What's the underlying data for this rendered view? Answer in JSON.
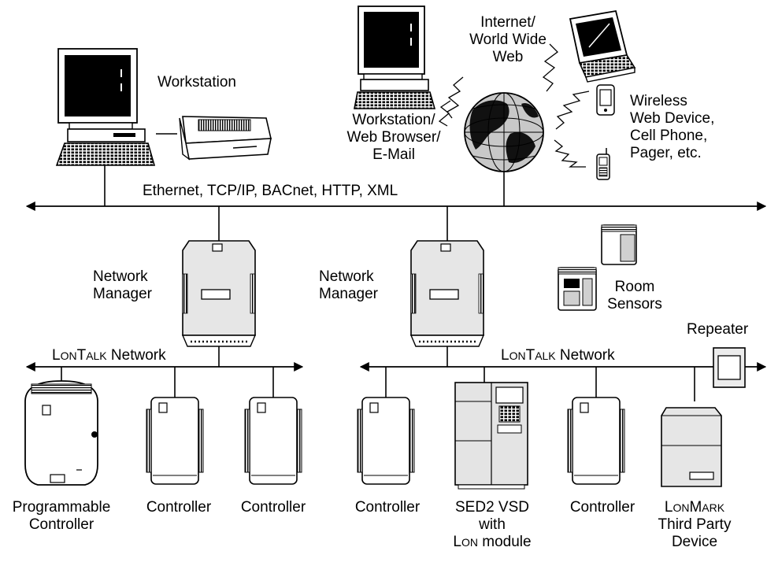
{
  "labels": {
    "workstation": "Workstation",
    "internet": [
      "Internet/",
      "World Wide",
      "Web"
    ],
    "web_station": [
      "Workstation/",
      "Web Browser/",
      "E-Mail"
    ],
    "wireless": [
      "Wireless",
      "Web Device,",
      "Cell Phone,",
      "Pager, etc."
    ],
    "ethernet": "Ethernet, TCP/IP, BACnet, HTTP, XML",
    "network_manager_left": [
      "Network",
      "Manager"
    ],
    "network_manager_right": [
      "Network",
      "Manager"
    ],
    "room_sensors": [
      "Room",
      "Sensors"
    ],
    "repeater": "Repeater",
    "lontalk_left": {
      "l": "L",
      "on": "ON",
      "t": "T",
      "alk": "ALK",
      "rest": " Network"
    },
    "lontalk_right": {
      "l": "L",
      "on": "ON",
      "t": "T",
      "alk": "ALK",
      "rest": " Network"
    },
    "prog_controller": [
      "Programmable",
      "Controller"
    ],
    "controller_1": "Controller",
    "controller_2": "Controller",
    "controller_3": "Controller",
    "controller_4": "Controller",
    "sed2": [
      "SED2 VSD",
      "with"
    ],
    "lon_module": {
      "l": "L",
      "on": "ON",
      "rest": " module"
    },
    "lonmark": {
      "l": "L",
      "on": "ON",
      "m": "M",
      "ark": "ARK"
    },
    "third_party": [
      "Third Party",
      "Device"
    ]
  }
}
